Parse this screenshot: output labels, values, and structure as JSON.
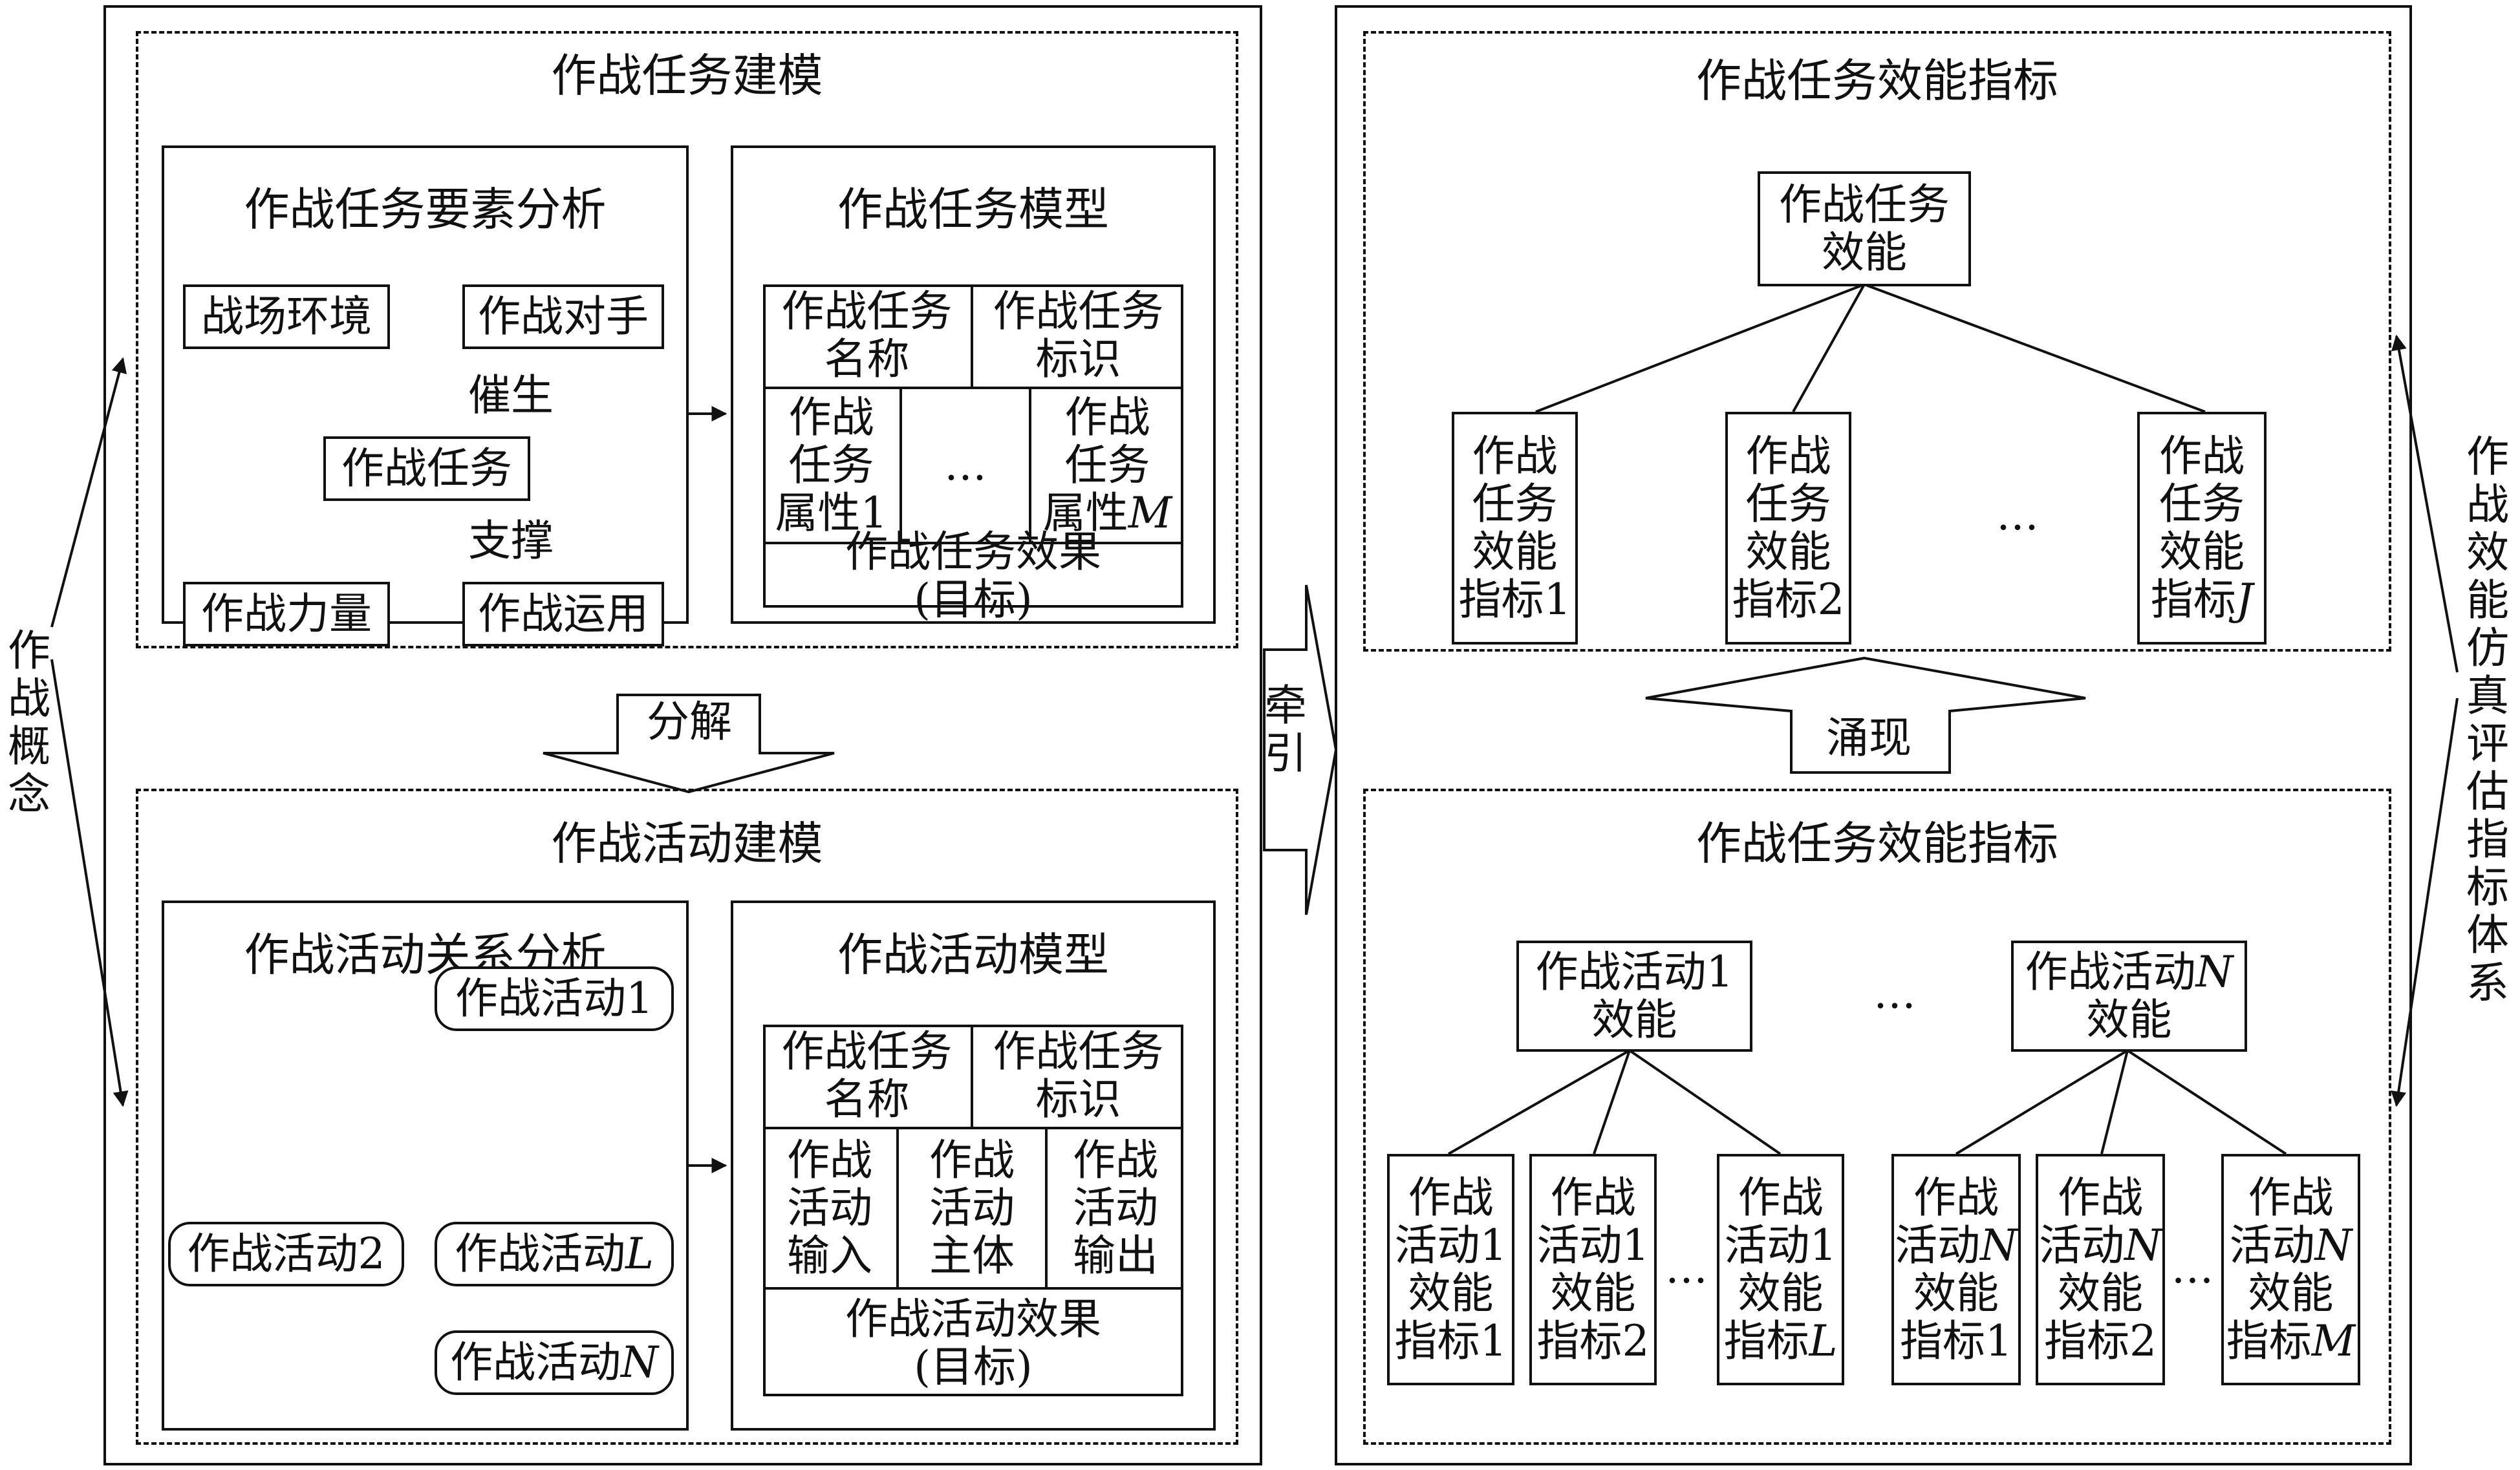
{
  "left_label": "作战概念",
  "right_label": "作战效能仿真评估指标体系",
  "middle_arrow_label": "牵引",
  "decompose_label": "分解",
  "emerge_label": "涌现",
  "mission_modeling": {
    "title": "作战任务建模",
    "element_analysis": {
      "title": "作战任务要素分析",
      "battlefield": "战场环境",
      "opponent": "作战对手",
      "catalyze": "催生",
      "mission": "作战任务",
      "support": "支撑",
      "force": "作战力量",
      "application": "作战运用"
    },
    "model": {
      "title": "作战任务模型",
      "name_cell": "作战任务\n名称",
      "id_cell": "作战任务\n标识",
      "attr1": "作战\n任务\n属性1",
      "ellipsis": "…",
      "attrM_prefix": "作战\n任务\n属性",
      "attrM_var": "M",
      "effect": "作战任务效果\n(目标)"
    }
  },
  "activity_modeling": {
    "title": "作战活动建模",
    "relation_analysis": {
      "title": "作战活动关系分析",
      "act1": "作战活动1",
      "act2": "作战活动2",
      "actL_prefix": "作战活动",
      "actL_var": "L",
      "actN_prefix": "作战活动",
      "actN_var": "N"
    },
    "model": {
      "title": "作战活动模型",
      "name_cell": "作战任务\n名称",
      "id_cell": "作战任务\n标识",
      "input": "作战\n活动\n输入",
      "subject": "作战\n活动\n主体",
      "output": "作战\n活动\n输出",
      "effect": "作战活动效果\n(目标)"
    }
  },
  "mission_effectiveness": {
    "title": "作战任务效能指标",
    "root": "作战任务\n效能",
    "ind1": "作战\n任务\n效能\n指标1",
    "ind2": "作战\n任务\n效能\n指标2",
    "ellipsis": "…",
    "indJ_prefix": "作战\n任务\n效能\n指标",
    "indJ_var": "J"
  },
  "activity_effectiveness": {
    "title": "作战任务效能指标",
    "act1": "作战活动1\n效能",
    "ellipsis": "…",
    "actN_prefix": "作战活动",
    "actN_var": "N",
    "actN_suffix": "效能",
    "a1_i1": "作战\n活动1\n效能\n指标1",
    "a1_i2": "作战\n活动1\n效能\n指标2",
    "a1_iL_prefix": "作战\n活动1\n效能\n指标",
    "a1_iL_var": "L",
    "aN_i1_line1": "作战",
    "aN_i1_line2_prefix": "活动",
    "aN_var": "N",
    "aN_i1_rest": "效能\n指标1",
    "aN_i2_rest": "效能\n指标2",
    "aN_iM_rest_prefix": "效能\n指标",
    "aN_iM_var": "M"
  },
  "colors": {
    "line": "#111111",
    "node_fill": "#b3b3b3"
  }
}
